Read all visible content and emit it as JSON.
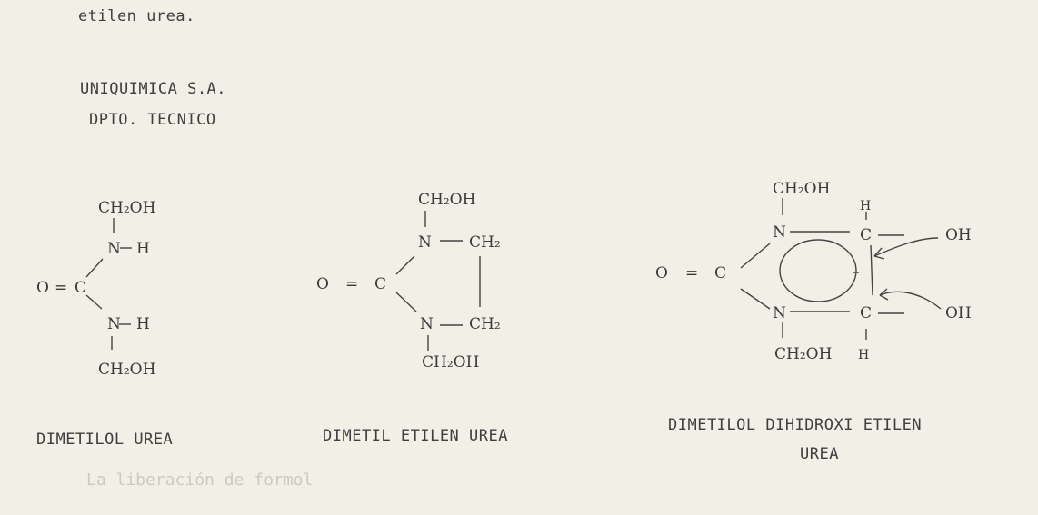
{
  "page": {
    "top_text": "etilen urea.",
    "company": "UNIQUIMICA S.A.",
    "department": "DPTO. TECNICO",
    "bottom_text": "La liberación de formol"
  },
  "molecules": {
    "m1": {
      "atoms": {
        "ch2oh_top": "CH₂OH",
        "n_top": "N",
        "h_top": "H",
        "o": "O",
        "eq": "=",
        "c": "C",
        "n_bot": "N",
        "h_bot": "H",
        "ch2oh_bot": "CH₂OH"
      },
      "caption": "DIMETILOL UREA"
    },
    "m2": {
      "atoms": {
        "ch2oh_top": "CH₂OH",
        "n_top": "N",
        "ch2_top": "CH₂",
        "o": "O",
        "eq": "=",
        "c": "C",
        "n_bot": "N",
        "ch2_bot": "CH₂",
        "ch2oh_bot": "CH₂OH"
      },
      "caption": "DIMETIL ETILEN UREA"
    },
    "m3": {
      "atoms": {
        "ch2oh_top": "CH₂OH",
        "h_top": "H",
        "n_top": "N",
        "c_top": "C",
        "oh_top": "OH",
        "o": "O",
        "eq": "=",
        "c": "C",
        "n_bot": "N",
        "c_bot": "C",
        "oh_bot": "OH",
        "ch2oh_bot": "CH₂OH",
        "h_bot": "H"
      },
      "caption_line1": "DIMETILOL DIHIDROXI ETILEN",
      "caption_line2": "UREA"
    }
  }
}
